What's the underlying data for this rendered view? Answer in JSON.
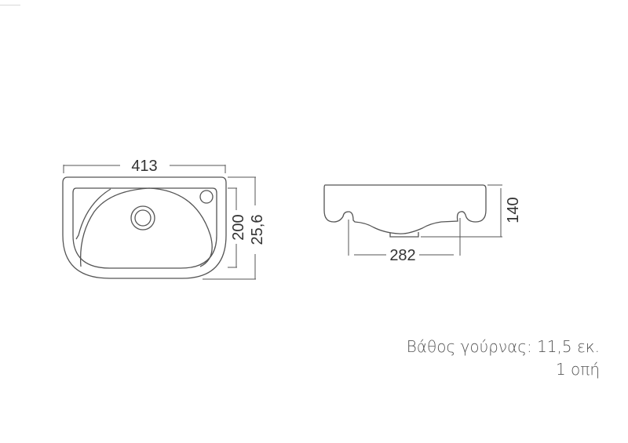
{
  "drawing": {
    "top_view": {
      "width_label": "413",
      "inner_depth_label": "200",
      "outer_depth_label": "25,6"
    },
    "side_view": {
      "height_label": "140",
      "bracket_span_label": "282"
    }
  },
  "notes": {
    "basin_depth": "Βάθος γούρνας: 11,5 εκ.",
    "holes": "1 οπή"
  },
  "colors": {
    "line": "#555555",
    "text": "#333333",
    "background": "#ffffff"
  }
}
